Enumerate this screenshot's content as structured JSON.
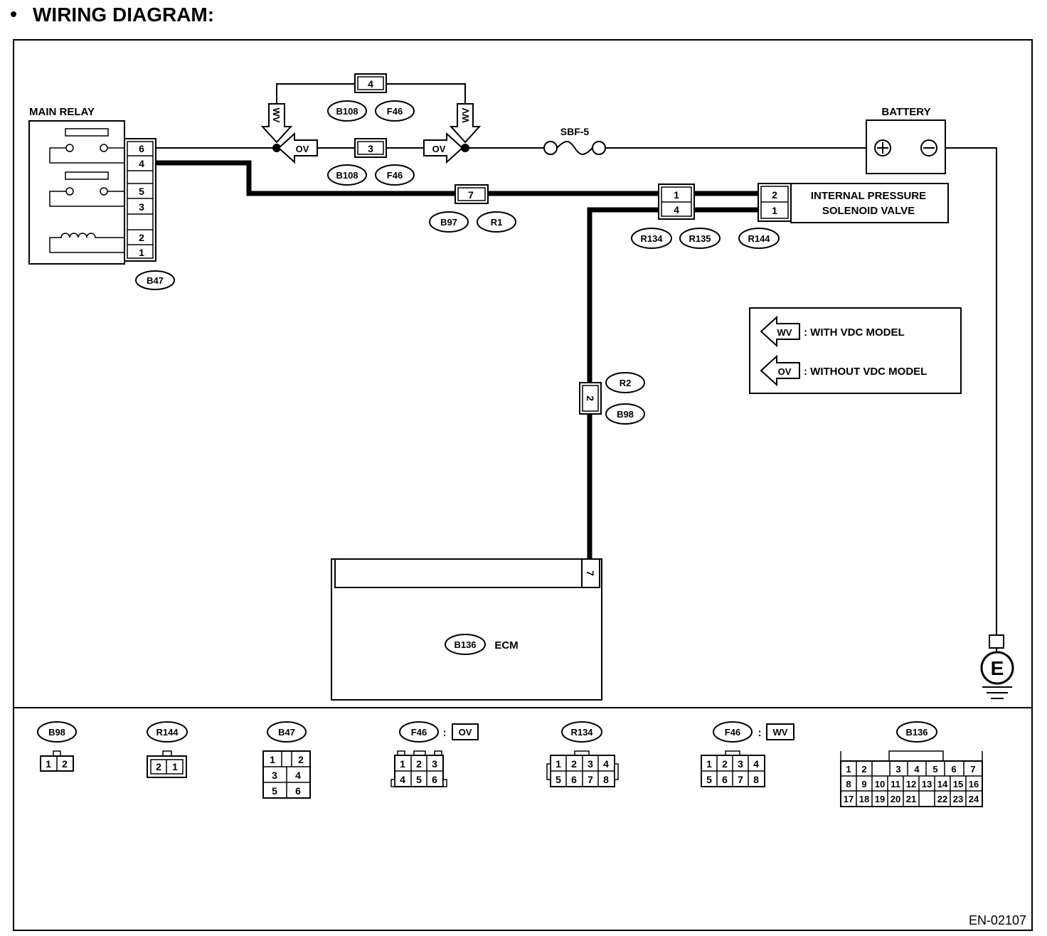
{
  "title": "WIRING DIAGRAM:",
  "footer_code": "EN-02107",
  "components": {
    "main_relay": "MAIN RELAY",
    "battery": "BATTERY",
    "fuse": "SBF-5",
    "solenoid_line1": "INTERNAL PRESSURE",
    "solenoid_line2": "SOLENOID VALVE",
    "ecm": "ECM",
    "ground": "E"
  },
  "relay_pins": [
    "6",
    "4",
    "5",
    "3",
    "2",
    "1"
  ],
  "pins": {
    "wv_jumper": "4",
    "ov_jumper": "3",
    "b97": "7",
    "r134_top": "1",
    "r134_bottom": "4",
    "r144_top": "2",
    "r144_bottom": "1",
    "r2": "2",
    "ecm": "7"
  },
  "connectors": {
    "b108_top": "B108",
    "f46_top": "F46",
    "b108_bottom": "B108",
    "f46_bottom": "F46",
    "b97": "B97",
    "r1": "R1",
    "r134": "R134",
    "r135": "R135",
    "r144": "R144",
    "b47": "B47",
    "r2": "R2",
    "b98": "B98",
    "b136": "B136"
  },
  "variant_tags": {
    "wv": "WV",
    "ov": "OV"
  },
  "legend": {
    "wv_tag": "WV",
    "wv_text": ": WITH VDC MODEL",
    "ov_tag": "OV",
    "ov_text": ": WITHOUT VDC MODEL"
  },
  "connector_views": {
    "b98": {
      "label": "B98",
      "rows": [
        [
          "1",
          "2"
        ]
      ]
    },
    "r144": {
      "label": "R144",
      "rows": [
        [
          "2",
          "1"
        ]
      ]
    },
    "b47": {
      "label": "B47",
      "rows": [
        [
          "1",
          "",
          "2"
        ],
        [
          "3",
          "4"
        ],
        [
          "5",
          "6"
        ]
      ]
    },
    "f46_ov": {
      "label": "F46",
      "sep": ":",
      "tag": "OV",
      "rows": [
        [
          "1",
          "2",
          "3"
        ],
        [
          "4",
          "5",
          "6"
        ]
      ]
    },
    "r134": {
      "label": "R134",
      "rows": [
        [
          "1",
          "2",
          "3",
          "4"
        ],
        [
          "5",
          "6",
          "7",
          "8"
        ]
      ]
    },
    "f46_wv": {
      "label": "F46",
      "sep": ":",
      "tag": "WV",
      "rows": [
        [
          "1",
          "2",
          "3",
          "4"
        ],
        [
          "5",
          "6",
          "7",
          "8"
        ]
      ]
    },
    "b136": {
      "label": "B136",
      "rows": [
        [
          "1",
          "2",
          "",
          "3",
          "4",
          "5",
          "6",
          "7"
        ],
        [
          "8",
          "9",
          "10",
          "11",
          "12",
          "13",
          "14",
          "15",
          "16"
        ],
        [
          "17",
          "18",
          "19",
          "20",
          "21",
          "",
          "22",
          "23",
          "24"
        ]
      ]
    }
  }
}
